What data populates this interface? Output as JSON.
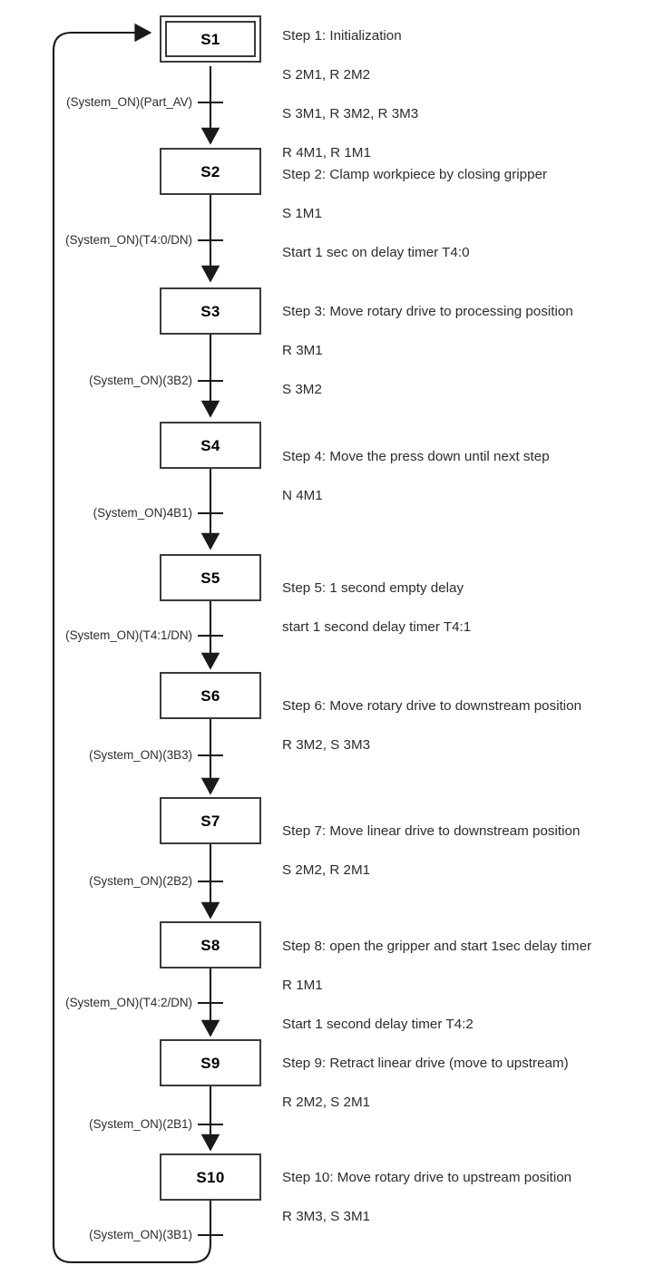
{
  "diagram": {
    "type": "sequential-function-chart",
    "title": "",
    "colors": {
      "line": "#1a1a1a",
      "box_border": "#3a3a3a",
      "text": "#2b2b33",
      "step_label": "#000000",
      "background": "#ffffff"
    }
  },
  "steps": [
    {
      "id": "S1",
      "initial": true,
      "description_lines": [
        "Step 1: Initialization",
        "S 2M1, R 2M2",
        "S 3M1, R 3M2, R 3M3",
        "R 4M1, R 1M1"
      ]
    },
    {
      "id": "S2",
      "initial": false,
      "description_lines": [
        "Step 2: Clamp workpiece by closing gripper",
        "S 1M1",
        "Start 1 sec on delay timer T4:0"
      ]
    },
    {
      "id": "S3",
      "initial": false,
      "description_lines": [
        "Step 3: Move rotary drive to processing position",
        "R 3M1",
        "S 3M2"
      ]
    },
    {
      "id": "S4",
      "initial": false,
      "description_lines": [
        "Step 4: Move the press down until next step",
        "N 4M1"
      ]
    },
    {
      "id": "S5",
      "initial": false,
      "description_lines": [
        "Step 5: 1 second empty delay",
        "start 1 second delay timer T4:1"
      ]
    },
    {
      "id": "S6",
      "initial": false,
      "description_lines": [
        "Step 6: Move rotary drive to downstream position",
        "R 3M2, S 3M3"
      ]
    },
    {
      "id": "S7",
      "initial": false,
      "description_lines": [
        "Step 7: Move linear drive to downstream position",
        "S 2M2, R 2M1"
      ]
    },
    {
      "id": "S8",
      "initial": false,
      "description_lines": [
        "Step 8: open the gripper and start 1sec delay timer",
        "R 1M1",
        "Start 1 second delay timer T4:2"
      ]
    },
    {
      "id": "S9",
      "initial": false,
      "description_lines": [
        "Step 9: Retract linear drive (move to upstream)",
        "R 2M2, S 2M1"
      ]
    },
    {
      "id": "S10",
      "initial": false,
      "description_lines": [
        "Step 10: Move rotary drive to upstream position",
        "R 3M3, S 3M1"
      ]
    }
  ],
  "transitions": [
    {
      "from": "S1",
      "to": "S2",
      "condition": "(System_ON)(Part_AV)"
    },
    {
      "from": "S2",
      "to": "S3",
      "condition": "(System_ON)(T4:0/DN)"
    },
    {
      "from": "S3",
      "to": "S4",
      "condition": "(System_ON)(3B2)"
    },
    {
      "from": "S4",
      "to": "S5",
      "condition": "(System_ON)4B1)"
    },
    {
      "from": "S5",
      "to": "S6",
      "condition": "(System_ON)(T4:1/DN)"
    },
    {
      "from": "S6",
      "to": "S7",
      "condition": "(System_ON)(3B3)"
    },
    {
      "from": "S7",
      "to": "S8",
      "condition": "(System_ON)(2B2)"
    },
    {
      "from": "S8",
      "to": "S9",
      "condition": "(System_ON)(T4:2/DN)"
    },
    {
      "from": "S9",
      "to": "S10",
      "condition": "(System_ON)(2B1)"
    },
    {
      "from": "S10",
      "to": "S1",
      "condition": "(System_ON)(3B1)"
    }
  ]
}
